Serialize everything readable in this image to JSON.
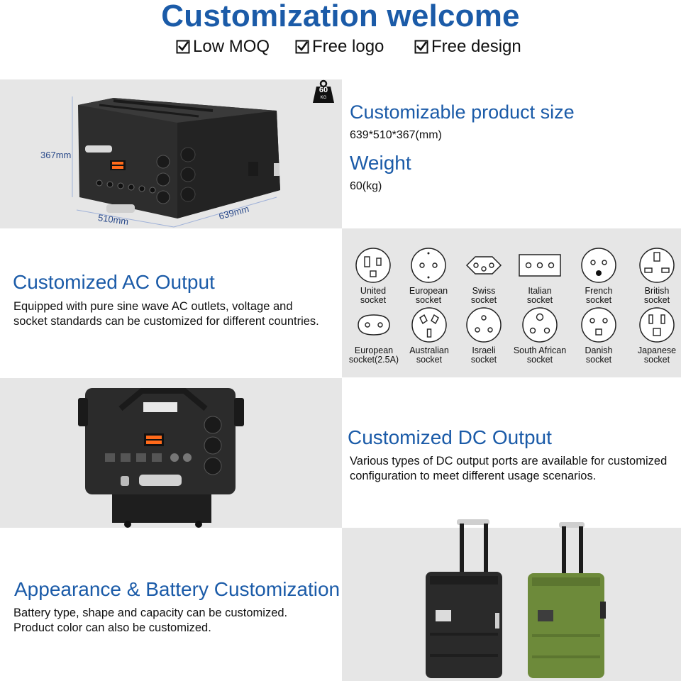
{
  "header": {
    "title": "Customization welcome",
    "features": [
      "Low MOQ",
      "Free logo",
      "Free design"
    ]
  },
  "size_section": {
    "weight_badge_top": "60",
    "weight_badge_bottom": "KG",
    "dim_height": "367mm",
    "dim_width": "510mm",
    "dim_length": "639mm",
    "size_title": "Customizable product size",
    "size_value": "639*510*367(mm)",
    "weight_title": "Weight",
    "weight_value": "60(kg)"
  },
  "ac_section": {
    "title": "Customized AC Output",
    "description_line1": "Equipped with pure sine wave AC outlets, voltage and",
    "description_line2": "socket standards can be customized for different countries.",
    "sockets": [
      {
        "line1": "United",
        "line2": "socket"
      },
      {
        "line1": "European",
        "line2": "socket"
      },
      {
        "line1": "Swiss",
        "line2": "socket"
      },
      {
        "line1": "Italian",
        "line2": "socket"
      },
      {
        "line1": "French",
        "line2": "socket"
      },
      {
        "line1": "British",
        "line2": "socket"
      },
      {
        "line1": "European",
        "line2": "socket(2.5A)"
      },
      {
        "line1": "Australian",
        "line2": "socket"
      },
      {
        "line1": "Israeli",
        "line2": "socket"
      },
      {
        "line1": "South African",
        "line2": "socket"
      },
      {
        "line1": "Danish",
        "line2": "socket"
      },
      {
        "line1": "Japanese",
        "line2": "socket"
      }
    ]
  },
  "dc_section": {
    "title": "Customized DC Output",
    "description_line1": "Various types of DC output ports are available for customized",
    "description_line2": "configuration to meet different usage scenarios."
  },
  "appearance_section": {
    "title": "Appearance & Battery Customization",
    "description_line1": "Battery type, shape and capacity can be customized.",
    "description_line2": "Product color can also be customized."
  },
  "colors": {
    "accent_blue": "#1b5ba8",
    "grey_bg": "#e6e6e6",
    "case_black": "#2a2a2a",
    "case_green": "#6d8a3a",
    "display_orange": "#ff6a1a"
  }
}
